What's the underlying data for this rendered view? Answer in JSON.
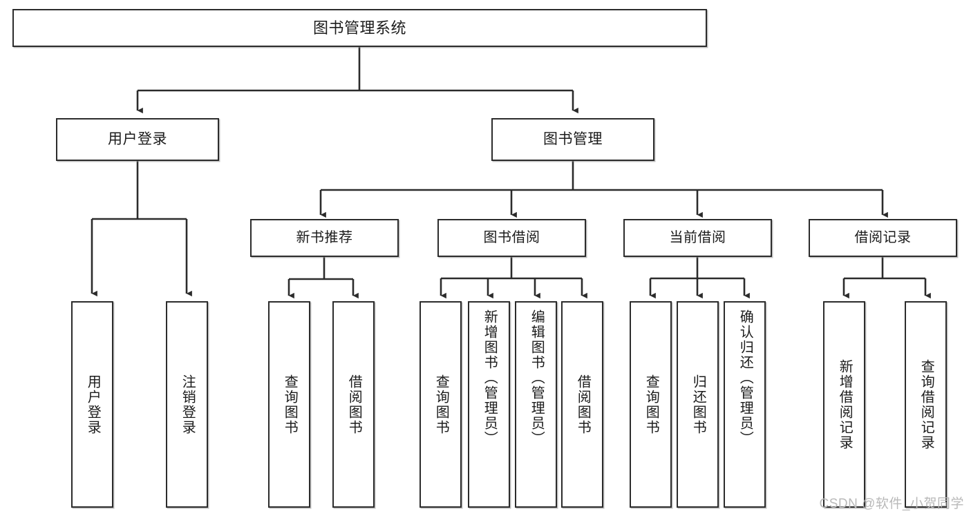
{
  "diagram": {
    "type": "tree",
    "title": "图书管理系统",
    "watermark": "CSDN @软件_小贺同学",
    "colors": {
      "stroke": "#2b2b2b",
      "box_fill": "#ffffff",
      "text": "#1b1b1b",
      "watermark": "#b9b9b9",
      "background": "#ffffff"
    },
    "root": {
      "label": "图书管理系统"
    },
    "level1": [
      {
        "id": "user-login",
        "label": "用户登录"
      },
      {
        "id": "book-manage",
        "label": "图书管理"
      }
    ],
    "level2": [
      {
        "id": "new-book-recommend",
        "label": "新书推荐",
        "parent": "book-manage"
      },
      {
        "id": "book-borrow",
        "label": "图书借阅",
        "parent": "book-manage"
      },
      {
        "id": "current-borrow",
        "label": "当前借阅",
        "parent": "book-manage"
      },
      {
        "id": "borrow-record",
        "label": "借阅记录",
        "parent": "book-manage"
      }
    ],
    "leaves": [
      {
        "id": "leaf-user-login",
        "label": "用户登录",
        "parent": "user-login"
      },
      {
        "id": "leaf-user-logout",
        "label": "注销登录",
        "parent": "user-login"
      },
      {
        "id": "leaf-query-book-1",
        "label": "查询图书",
        "parent": "new-book-recommend"
      },
      {
        "id": "leaf-borrow-book-1",
        "label": "借阅图书",
        "parent": "new-book-recommend"
      },
      {
        "id": "leaf-query-book-2",
        "label": "查询图书",
        "parent": "book-borrow"
      },
      {
        "id": "leaf-add-book",
        "label": "新增图书（管理员）",
        "parent": "book-borrow"
      },
      {
        "id": "leaf-edit-book",
        "label": "编辑图书（管理员）",
        "parent": "book-borrow"
      },
      {
        "id": "leaf-borrow-book-2",
        "label": "借阅图书",
        "parent": "book-borrow"
      },
      {
        "id": "leaf-query-book-3",
        "label": "查询图书",
        "parent": "current-borrow"
      },
      {
        "id": "leaf-return-book",
        "label": "归还图书",
        "parent": "current-borrow"
      },
      {
        "id": "leaf-confirm-return",
        "label": "确认归还（管理员）",
        "parent": "current-borrow"
      },
      {
        "id": "leaf-add-borrow-record",
        "label": "新增借阅记录",
        "parent": "borrow-record"
      },
      {
        "id": "leaf-query-borrow-record",
        "label": "查询借阅记录",
        "parent": "borrow-record"
      }
    ]
  }
}
